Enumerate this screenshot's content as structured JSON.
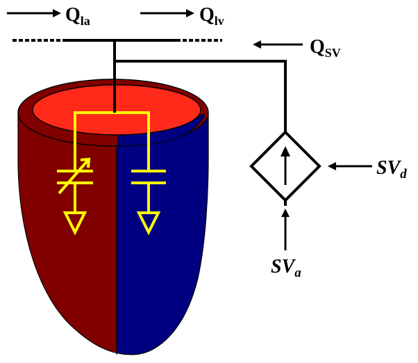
{
  "labels": {
    "q_la": {
      "main": "Q",
      "sub": "la"
    },
    "q_lv": {
      "main": "Q",
      "sub": "lv"
    },
    "q_sv": {
      "main": "Q",
      "sub": "SV"
    },
    "sv_d": {
      "main": "SV",
      "sub": "d"
    },
    "sv_a": {
      "main": "SV",
      "sub": "a"
    }
  },
  "colors": {
    "left_wall": "#800000",
    "right_wall": "#000080",
    "cavity": "#ff2a1a",
    "circuit": "#ffff00",
    "wire": "#000000"
  },
  "icons": [
    "variable-capacitor-icon",
    "capacitor-icon",
    "ground-icon",
    "dependent-current-source-icon",
    "arrow-right-icon",
    "arrow-left-icon",
    "arrow-up-icon"
  ]
}
